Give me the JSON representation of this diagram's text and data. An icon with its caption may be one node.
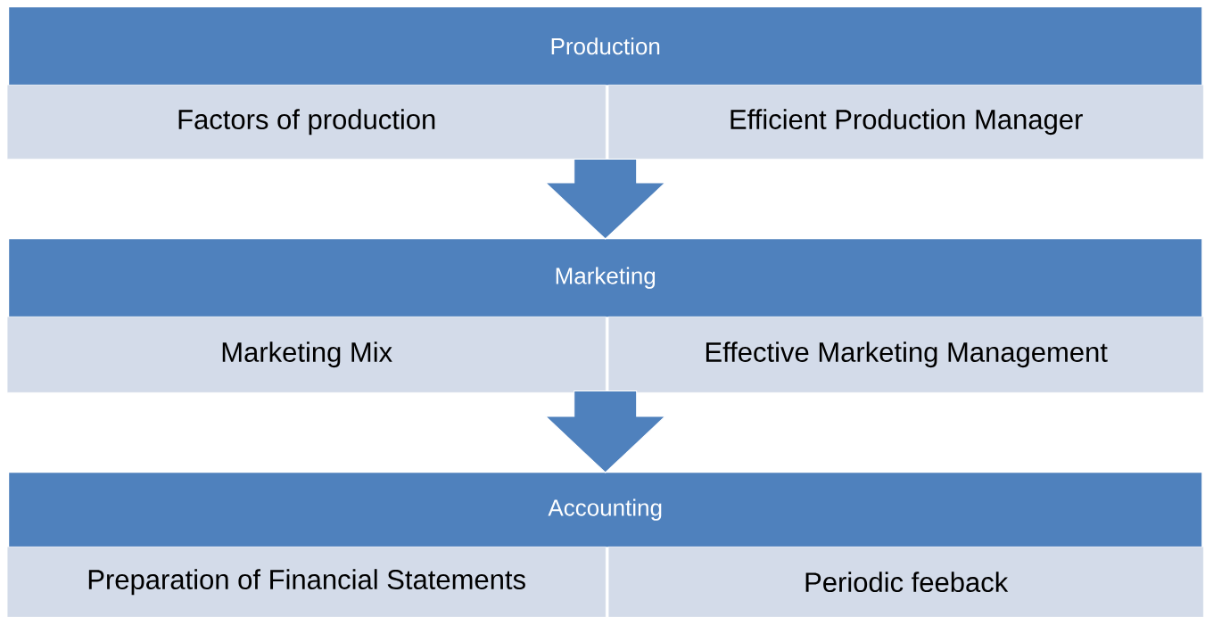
{
  "diagram": {
    "nodes": [
      {
        "text": [
          "Production"
        ]
      },
      {
        "text": [
          "Factors of production"
        ]
      },
      {
        "text": [
          "Efficient Production Manager"
        ]
      },
      {
        "text": [
          "Marketing"
        ]
      },
      {
        "text": [
          "Marketing Mix"
        ]
      },
      {
        "text": [
          "Effective Marketing Management"
        ]
      },
      {
        "text": [
          "Accounting"
        ]
      },
      {
        "text": [
          "Preparation of Financial Statements"
        ]
      },
      {
        "text": [
          "Periodic feeback"
        ]
      }
    ],
    "edges": [
      {
        "from": 0,
        "to": 3,
        "arrow": "to"
      },
      {
        "from": 3,
        "to": 6,
        "arrow": "to"
      }
    ]
  }
}
